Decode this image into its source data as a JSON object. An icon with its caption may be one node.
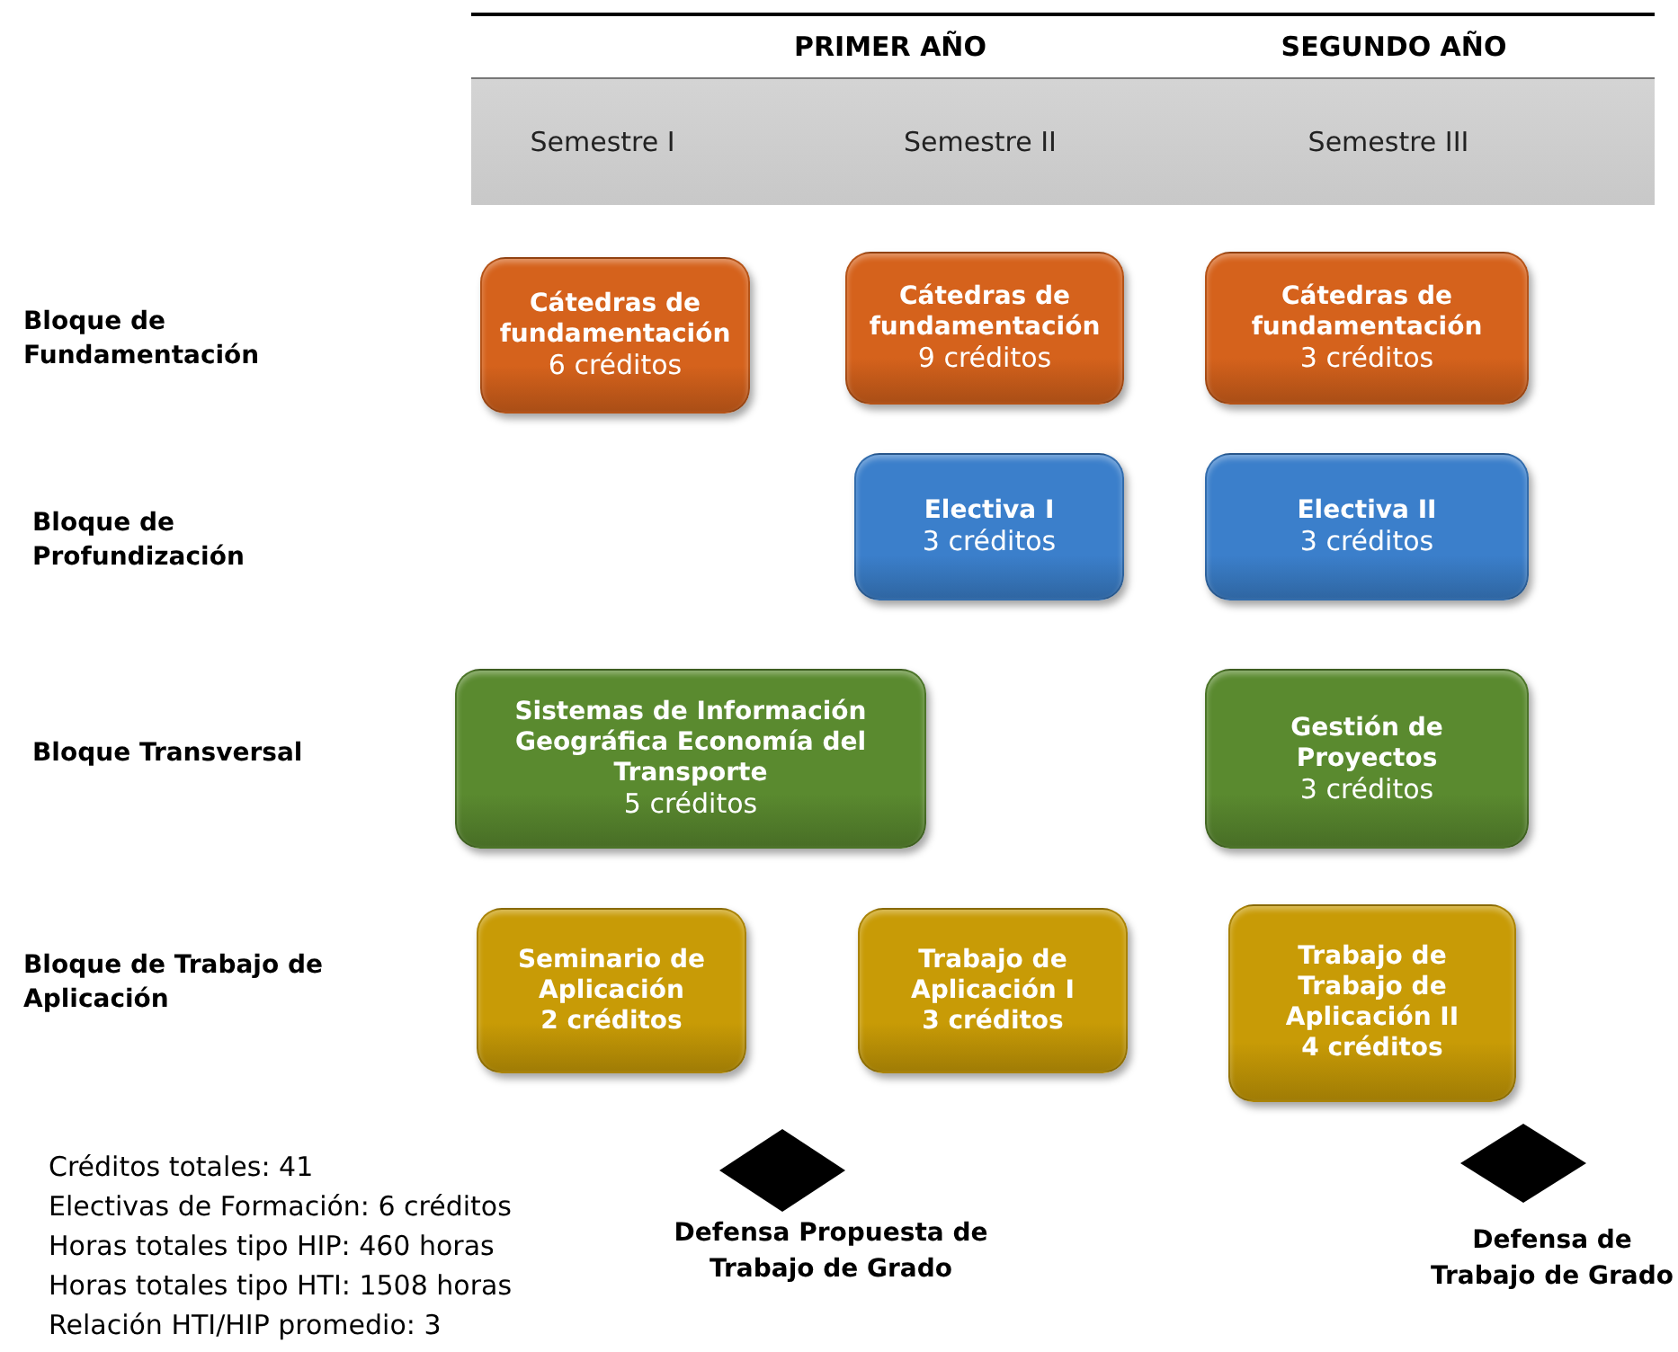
{
  "diagram": {
    "nodes": [
      {
        "text": [
          "Semestre I",
          "Semestre II",
          "Semestre III"
        ]
      },
      {
        "text": [
          "Cátedras de fundamentación",
          "6 créditos"
        ]
      },
      {
        "text": [
          "Cátedras de fundamentación",
          "9 créditos"
        ]
      },
      {
        "text": [
          "Cátedras de fundamentación",
          "3 créditos"
        ]
      },
      {
        "text": [
          "Electiva I",
          "3 créditos"
        ]
      },
      {
        "text": [
          "Electiva II",
          "3 créditos"
        ]
      },
      {
        "text": [
          "Sistemas de Información Geográfica Economía del Transporte",
          "5 créditos"
        ]
      },
      {
        "text": [
          "Gestión de Proyectos",
          "3 créditos"
        ]
      },
      {
        "text": [
          "Seminario de Aplicación",
          "2 créditos"
        ]
      },
      {
        "text": [
          "Trabajo de Aplicación I",
          "3 créditos"
        ]
      },
      {
        "text": [
          "Trabajo de Trabajo de Aplicación II",
          "4 créditos"
        ]
      },
      {
        "text": [],
        "shape": "diamond",
        "beside": [
          "Defensa Propuesta de Trabajo de Grado"
        ]
      },
      {
        "text": [],
        "shape": "diamond",
        "beside": [
          "Defensa de Trabajo de Grado"
        ]
      }
    ],
    "labels": [
      "PRIMER AÑO",
      "SEGUNDO AÑO",
      "Bloque de Fundamentación",
      "Bloque de Profundización",
      "Bloque Transversal",
      "Bloque de Trabajo de Aplicación",
      "Créditos totales: 41",
      "Electivas de Formación: 6 créditos",
      "Horas totales tipo HIP: 460 horas",
      "Horas totales tipo HTI: 1508 horas",
      "Relación HTI/HIP promedio: 3"
    ]
  }
}
